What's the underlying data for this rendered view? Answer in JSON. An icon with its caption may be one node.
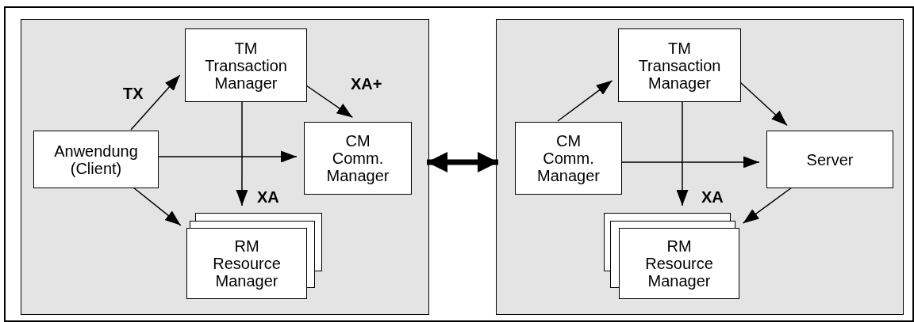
{
  "diagram": {
    "nodes": [
      {
        "text": [],
        "shape": "box"
      },
      {
        "text": [
          "TM Transaction Manager"
        ],
        "in": 0
      },
      {
        "text": [
          "Anwendung (Client)"
        ],
        "in": 0
      },
      {
        "text": [
          "CM Comm. Manager"
        ],
        "in": 0
      },
      {
        "text": [
          "RM Resource Manager"
        ],
        "in": 0
      },
      {
        "text": [],
        "shape": "box"
      },
      {
        "text": [
          "TM Transaction Manager"
        ],
        "in": 5
      },
      {
        "text": [
          "CM Comm. Manager"
        ],
        "in": 5
      },
      {
        "text": [
          "Server"
        ],
        "in": 5
      },
      {
        "text": [
          "RM Resource Manager"
        ],
        "in": 5
      }
    ],
    "edges": [
      {
        "from": 2,
        "to": 1,
        "arrow": "to",
        "label": "TX"
      },
      {
        "from": 1,
        "to": 3,
        "arrow": "to",
        "label": "XA+"
      },
      {
        "from": 2,
        "to": 3,
        "arrow": "to"
      },
      {
        "from": 1,
        "to": 4,
        "arrow": "to",
        "label": "XA"
      },
      {
        "from": 2,
        "to": 4,
        "arrow": "to"
      },
      {
        "from": 3,
        "to": 7,
        "arrow": "both",
        "style": "thick"
      },
      {
        "from": 7,
        "to": 6,
        "arrow": "to"
      },
      {
        "from": 6,
        "to": 8,
        "arrow": "to"
      },
      {
        "from": 7,
        "to": 8,
        "arrow": "to"
      },
      {
        "from": 6,
        "to": 9,
        "arrow": "to",
        "label": "XA"
      },
      {
        "from": 8,
        "to": 9,
        "arrow": "to"
      }
    ]
  }
}
